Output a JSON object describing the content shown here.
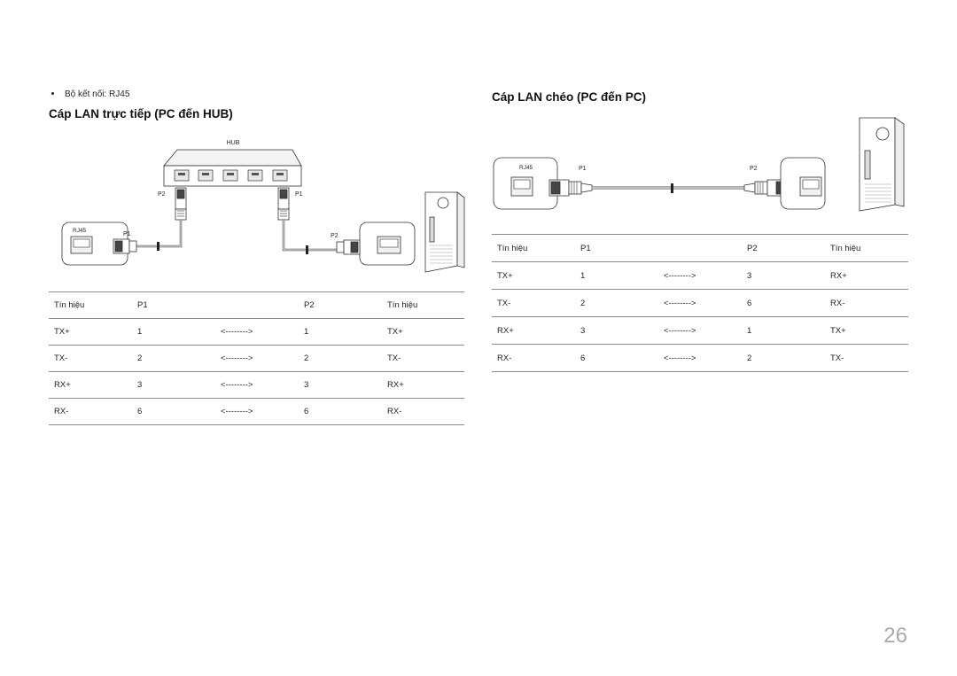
{
  "bullet": {
    "text": "Bộ kết nối: RJ45"
  },
  "left": {
    "title": "Cáp LAN trực tiếp (PC đến HUB)",
    "diagram": {
      "hub_label": "HUB",
      "rj45_label": "RJ45",
      "p1_label": "P1",
      "p2_label": "P2"
    },
    "table": {
      "headers": [
        "Tín hiệu",
        "P1",
        "",
        "P2",
        "Tín hiệu"
      ],
      "rows": [
        [
          "TX+",
          "1",
          "<-------->",
          "1",
          "TX+"
        ],
        [
          "TX-",
          "2",
          "<-------->",
          "2",
          "TX-"
        ],
        [
          "RX+",
          "3",
          "<-------->",
          "3",
          "RX+"
        ],
        [
          "RX-",
          "6",
          "<-------->",
          "6",
          "RX-"
        ]
      ]
    }
  },
  "right": {
    "title": "Cáp LAN chéo (PC đến PC)",
    "diagram": {
      "rj45_label": "RJ45",
      "p1_label": "P1",
      "p2_label": "P2"
    },
    "table": {
      "headers": [
        "Tín hiệu",
        "P1",
        "",
        "P2",
        "Tín hiệu"
      ],
      "rows": [
        [
          "TX+",
          "1",
          "<-------->",
          "3",
          "RX+"
        ],
        [
          "TX-",
          "2",
          "<-------->",
          "6",
          "RX-"
        ],
        [
          "RX+",
          "3",
          "<-------->",
          "1",
          "TX+"
        ],
        [
          "RX-",
          "6",
          "<-------->",
          "2",
          "TX-"
        ]
      ]
    }
  },
  "page_number": "26"
}
